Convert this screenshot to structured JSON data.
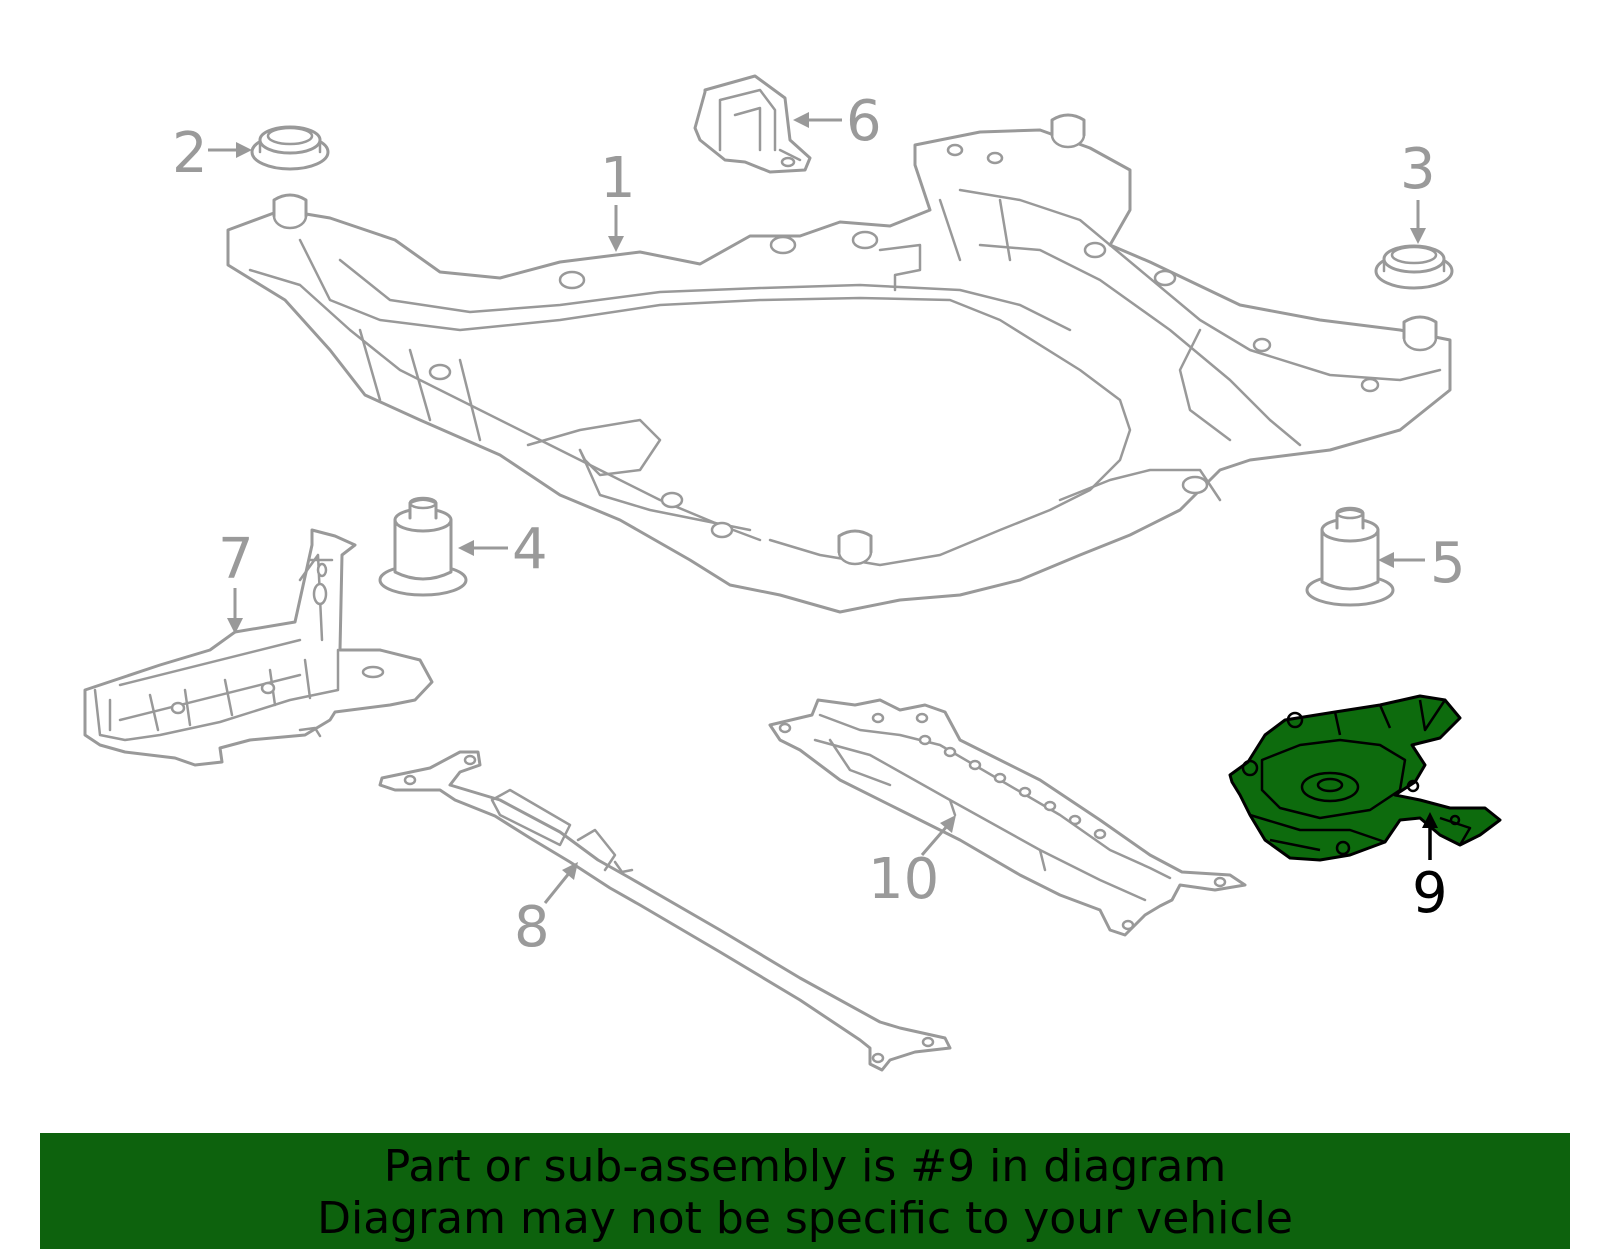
{
  "diagram": {
    "callouts": {
      "c1": "1",
      "c2": "2",
      "c3": "3",
      "c4": "4",
      "c5": "5",
      "c6": "6",
      "c7": "7",
      "c8": "8",
      "c9": "9",
      "c10": "10"
    },
    "highlighted_part": "9",
    "colors": {
      "line_art": "#999999",
      "highlight_fill": "#0d6b0d",
      "banner_background": "#0d620d",
      "banner_text": "#000000"
    }
  },
  "banner": {
    "line1": "Part or sub-assembly is #9 in diagram",
    "line2": "Diagram may not be specific to your vehicle"
  }
}
